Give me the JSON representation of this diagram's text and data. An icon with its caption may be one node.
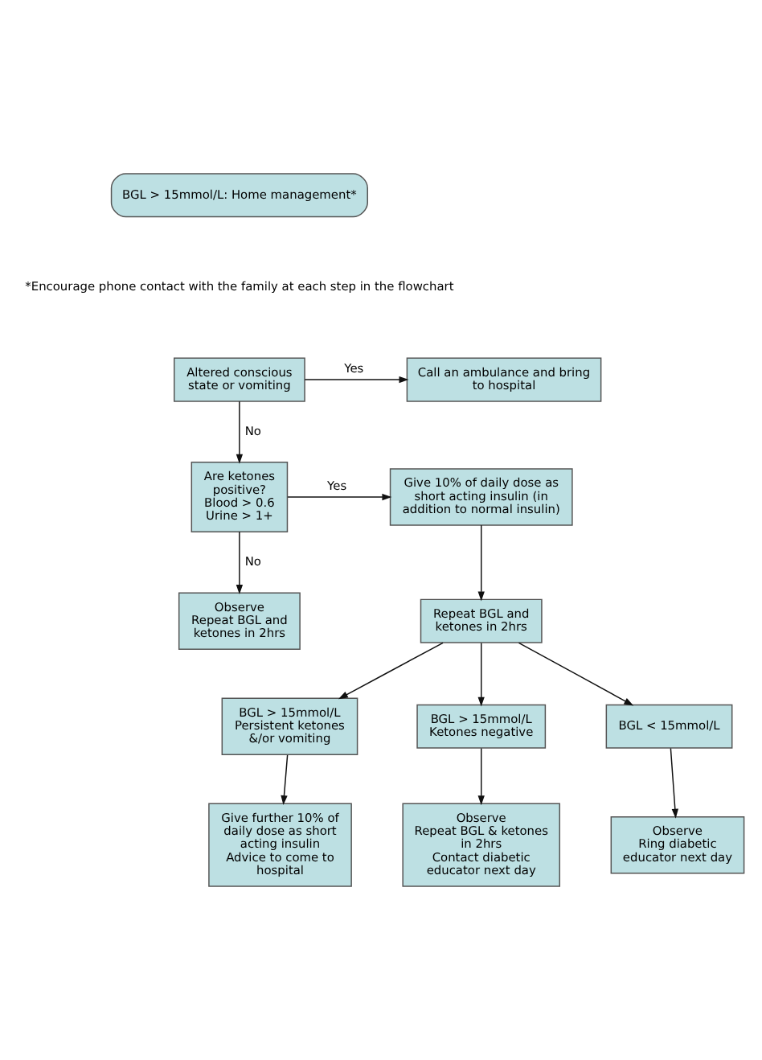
{
  "diagram": {
    "nodes": [
      {
        "text": [
          "BGL > 15mmol/L: Home management*"
        ]
      },
      {
        "text": [
          "Altered conscious state or vomiting"
        ]
      },
      {
        "text": [
          "Call an ambulance and bring to hospital"
        ]
      },
      {
        "text": [
          "Are ketones positive?",
          "Blood > 0.6",
          "Urine > 1+"
        ]
      },
      {
        "text": [
          "Give 10% of daily dose as short acting insulin (in addition to normal insulin)"
        ]
      },
      {
        "text": [
          "Observe",
          "Repeat BGL and ketones in 2hrs"
        ]
      },
      {
        "text": [
          "Repeat BGL and ketones in 2hrs"
        ]
      },
      {
        "text": [
          "BGL > 15mmol/L",
          "Persistent ketones &/or vomiting"
        ]
      },
      {
        "text": [
          "BGL > 15mmol/L",
          "Ketones negative"
        ]
      },
      {
        "text": [
          "BGL < 15mmol/L"
        ]
      },
      {
        "text": [
          "Give further 10% of daily dose as short acting insulin",
          "Advice to come to hospital"
        ]
      },
      {
        "text": [
          "Observe",
          "Repeat BGL & ketones in 2hrs",
          "Contact diabetic educator next day"
        ]
      },
      {
        "text": [
          "Observe",
          "Ring diabetic educator next day"
        ]
      }
    ],
    "edges": [
      {
        "from": 1,
        "to": 2,
        "arrow": "to",
        "label": "Yes"
      },
      {
        "from": 1,
        "to": 3,
        "arrow": "to",
        "label": "No"
      },
      {
        "from": 3,
        "to": 4,
        "arrow": "to",
        "label": "Yes"
      },
      {
        "from": 3,
        "to": 5,
        "arrow": "to",
        "label": "No"
      },
      {
        "from": 4,
        "to": 6,
        "arrow": "to"
      },
      {
        "from": 6,
        "to": 7,
        "arrow": "to"
      },
      {
        "from": 6,
        "to": 8,
        "arrow": "to"
      },
      {
        "from": 6,
        "to": 9,
        "arrow": "to"
      },
      {
        "from": 7,
        "to": 10,
        "arrow": "to"
      },
      {
        "from": 8,
        "to": 11,
        "arrow": "to"
      },
      {
        "from": 9,
        "to": 12,
        "arrow": "to"
      }
    ],
    "labels": [
      "*Encourage phone contact with the family at each step in the flowchart"
    ]
  }
}
